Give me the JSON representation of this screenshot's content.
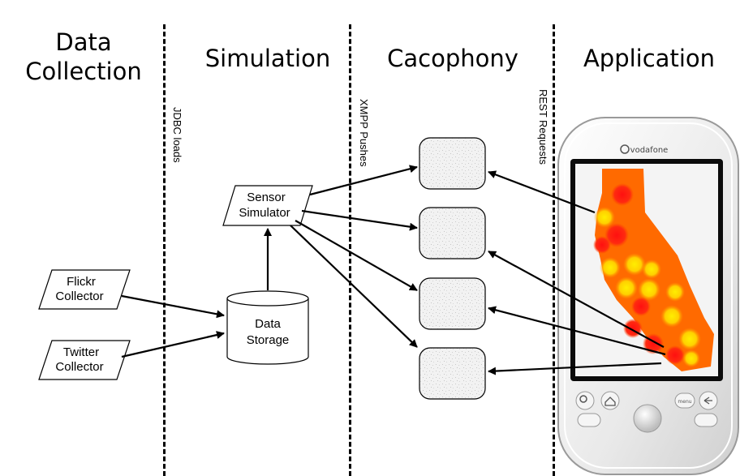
{
  "columns": {
    "data_collection": [
      "Data",
      "Collection"
    ],
    "simulation": "Simulation",
    "cacophony": "Cacophony",
    "application": "Application"
  },
  "dividers": [
    "JDBC loads",
    "XMPP Pushes",
    "REST Requests"
  ],
  "nodes": {
    "flickr": [
      "Flickr",
      "Collector"
    ],
    "twitter": [
      "Twitter",
      "Collector"
    ],
    "storage": [
      "Data",
      "Storage"
    ],
    "sensor": [
      "Sensor",
      "Simulator"
    ]
  },
  "phone": {
    "brand": "vodafone",
    "menu_label": "menu"
  },
  "colors": {
    "map_fill": "#ff6a00",
    "hot_yellow": "#ffe600",
    "hot_red": "#ff1a1a"
  }
}
